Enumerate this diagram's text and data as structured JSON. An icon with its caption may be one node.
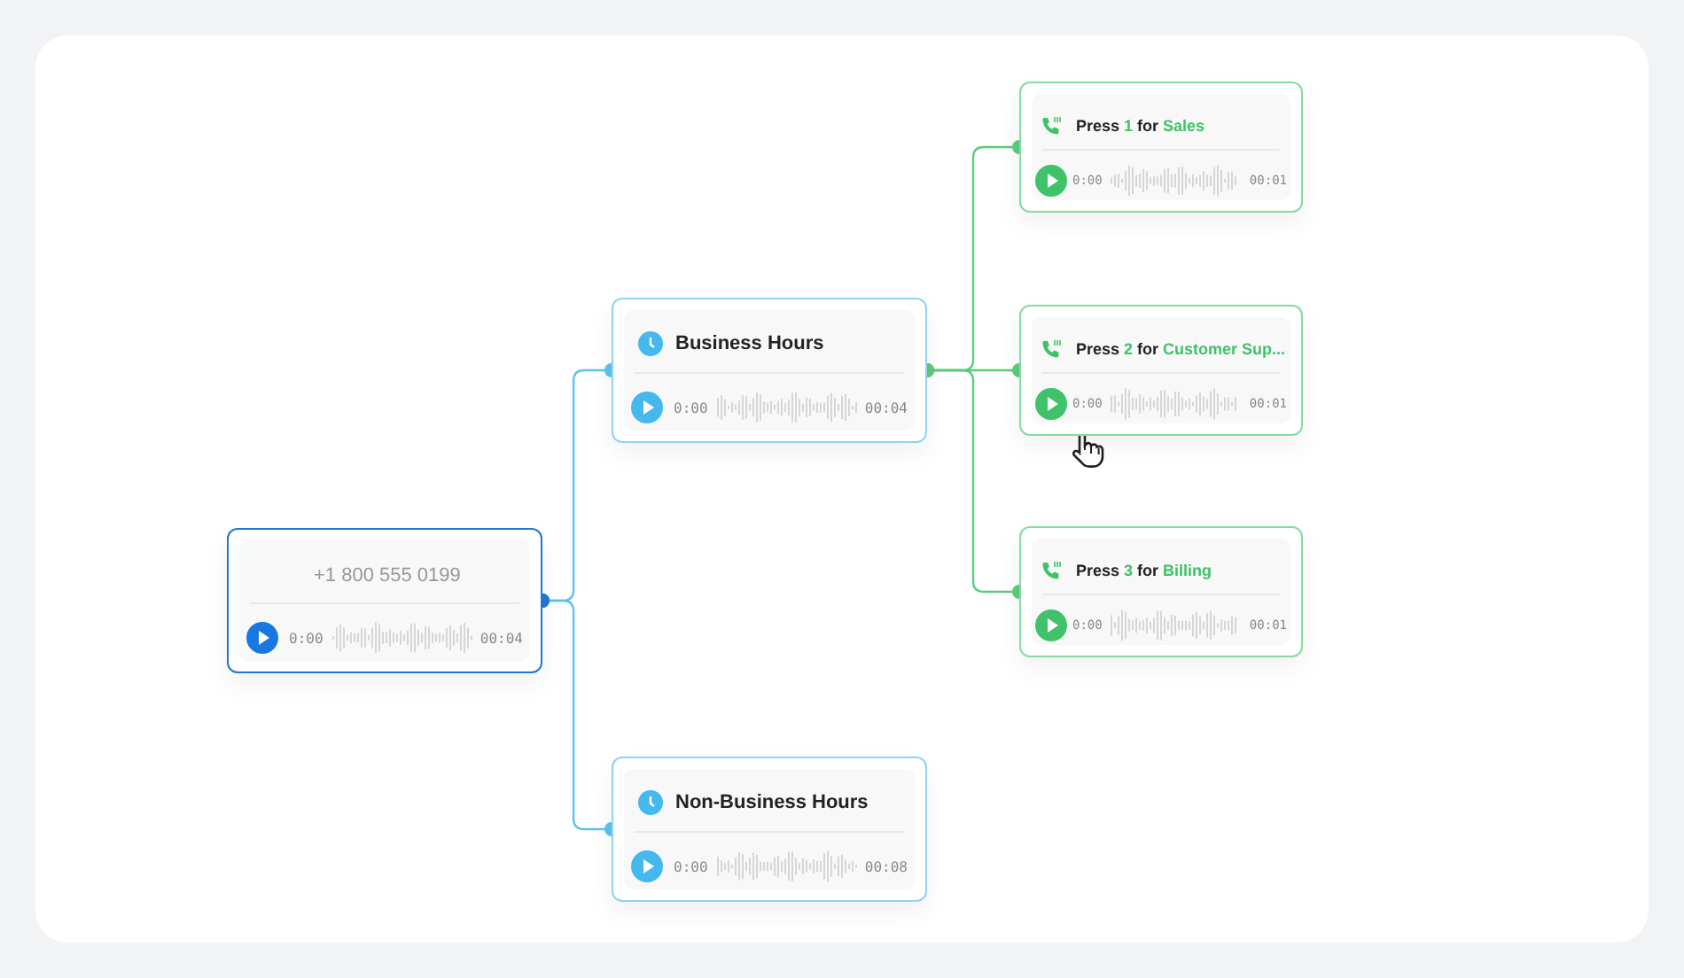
{
  "diagram": {
    "nodes": [
      {
        "text": [
          "+1 800 555 0199",
          "0:00",
          "00:04"
        ]
      },
      {
        "text": [
          "Business Hours",
          "0:00",
          "00:04"
        ]
      },
      {
        "text": [
          "Non-Business Hours",
          "0:00",
          "00:08"
        ]
      },
      {
        "text": [
          "Press **1** for **Sales**",
          "0:00",
          "00:01"
        ]
      },
      {
        "text": [
          "Press **2** for **Customer Sup...**",
          "0:00",
          "00:01"
        ]
      },
      {
        "text": [
          "Press **3** for **Billing**",
          "0:00",
          "00:01"
        ]
      }
    ],
    "edges": [
      {
        "from": 0,
        "to": 1,
        "arrow": "other",
        "color": "#5bc2ef"
      },
      {
        "from": 0,
        "to": 2,
        "arrow": "other",
        "color": "#5bc2ef"
      },
      {
        "from": 1,
        "to": 3,
        "arrow": "other"
      },
      {
        "from": 1,
        "to": 4,
        "arrow": "other"
      },
      {
        "from": 1,
        "to": 5,
        "arrow": "other"
      }
    ]
  }
}
